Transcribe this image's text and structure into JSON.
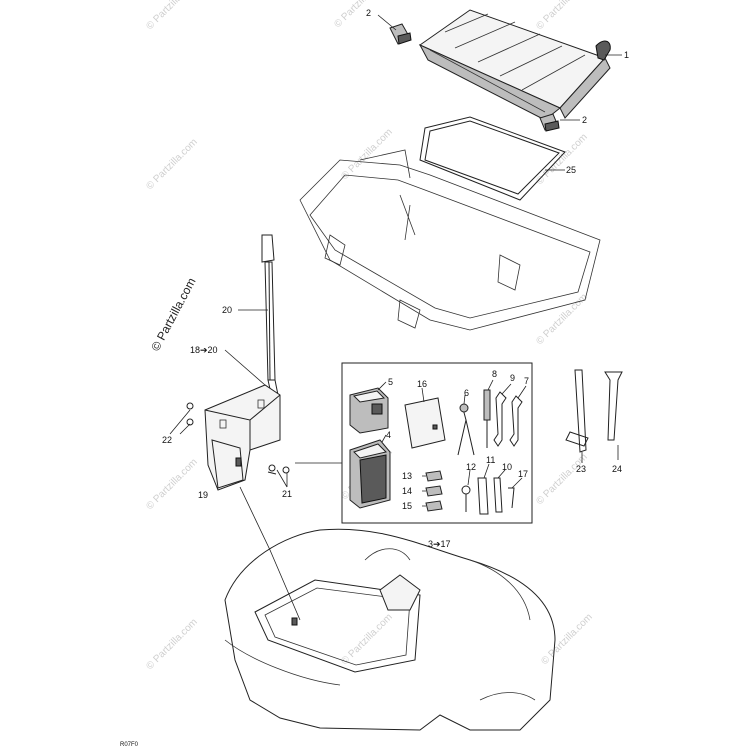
{
  "callouts": {
    "c1": "1",
    "c2a": "2",
    "c2b": "2",
    "c25": "25",
    "c20": "20",
    "c18_20": "18➔20",
    "c22": "22",
    "c19": "19",
    "c21": "21",
    "c5": "5",
    "c4": "4",
    "c16": "16",
    "c6": "6",
    "c8": "8",
    "c9": "9",
    "c7": "7",
    "c13": "13",
    "c14": "14",
    "c15": "15",
    "c12": "12",
    "c11": "11",
    "c10": "10",
    "c17": "17",
    "c23": "23",
    "c24": "24",
    "c3_17": "3➔17"
  },
  "watermark": {
    "text": "© Partzilla.com"
  },
  "footer": {
    "code": "R07F0"
  }
}
